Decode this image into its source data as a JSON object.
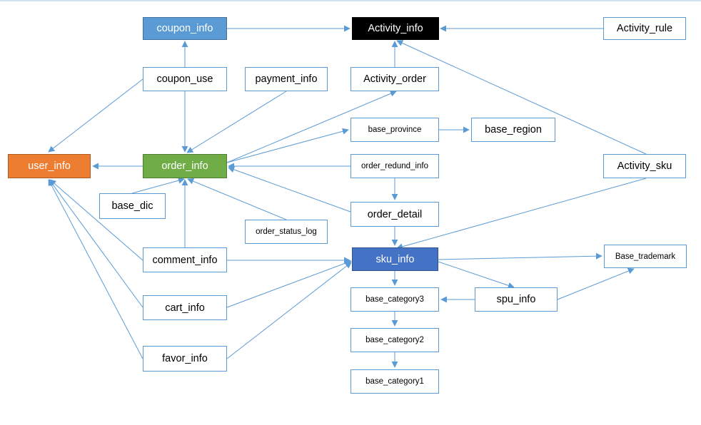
{
  "diagram": {
    "edge_color": "#5b9bd5",
    "nodes": {
      "coupon_info": {
        "label": "coupon_info",
        "fill": "#5b9bd5"
      },
      "activity_info": {
        "label": "Activity_info",
        "fill": "#000000"
      },
      "activity_rule": {
        "label": "Activity_rule"
      },
      "coupon_use": {
        "label": "coupon_use"
      },
      "payment_info": {
        "label": "payment_info"
      },
      "activity_order": {
        "label": "Activity_order"
      },
      "base_province": {
        "label": "base_province"
      },
      "base_region": {
        "label": "base_region"
      },
      "user_info": {
        "label": "user_info",
        "fill": "#ed7d31"
      },
      "order_info": {
        "label": "order_info",
        "fill": "#70ad47"
      },
      "order_redund_info": {
        "label": "order_redund_info"
      },
      "activity_sku": {
        "label": "Activity_sku"
      },
      "base_dic": {
        "label": "base_dic"
      },
      "order_detail": {
        "label": "order_detail"
      },
      "order_status_log": {
        "label": "order_status_log"
      },
      "comment_info": {
        "label": "comment_info"
      },
      "sku_info": {
        "label": "sku_info",
        "fill": "#4472c4"
      },
      "base_trademark": {
        "label": "Base_trademark"
      },
      "base_category3": {
        "label": "base_category3"
      },
      "spu_info": {
        "label": "spu_info"
      },
      "cart_info": {
        "label": "cart_info"
      },
      "base_category2": {
        "label": "base_category2"
      },
      "favor_info": {
        "label": "favor_info"
      },
      "base_category1": {
        "label": "base_category1"
      }
    },
    "edges": [
      [
        "coupon_info",
        "activity_info"
      ],
      [
        "activity_rule",
        "activity_info"
      ],
      [
        "coupon_use",
        "coupon_info"
      ],
      [
        "coupon_use",
        "user_info"
      ],
      [
        "coupon_use",
        "order_info"
      ],
      [
        "activity_order",
        "activity_info"
      ],
      [
        "payment_info",
        "order_info"
      ],
      [
        "order_info",
        "activity_order"
      ],
      [
        "order_info",
        "base_province"
      ],
      [
        "base_province",
        "base_region"
      ],
      [
        "order_info",
        "user_info"
      ],
      [
        "order_redund_info",
        "order_info"
      ],
      [
        "order_redund_info",
        "order_detail"
      ],
      [
        "order_detail",
        "order_info"
      ],
      [
        "order_detail",
        "sku_info"
      ],
      [
        "activity_sku",
        "activity_info"
      ],
      [
        "activity_sku",
        "sku_info"
      ],
      [
        "base_dic",
        "order_info"
      ],
      [
        "order_status_log",
        "order_info"
      ],
      [
        "comment_info",
        "order_info"
      ],
      [
        "comment_info",
        "user_info"
      ],
      [
        "comment_info",
        "sku_info"
      ],
      [
        "cart_info",
        "user_info"
      ],
      [
        "cart_info",
        "sku_info"
      ],
      [
        "favor_info",
        "user_info"
      ],
      [
        "favor_info",
        "sku_info"
      ],
      [
        "sku_info",
        "base_trademark"
      ],
      [
        "sku_info",
        "spu_info"
      ],
      [
        "sku_info",
        "base_category3"
      ],
      [
        "spu_info",
        "base_trademark"
      ],
      [
        "spu_info",
        "base_category3"
      ],
      [
        "base_category3",
        "base_category2"
      ],
      [
        "base_category2",
        "base_category1"
      ]
    ]
  }
}
